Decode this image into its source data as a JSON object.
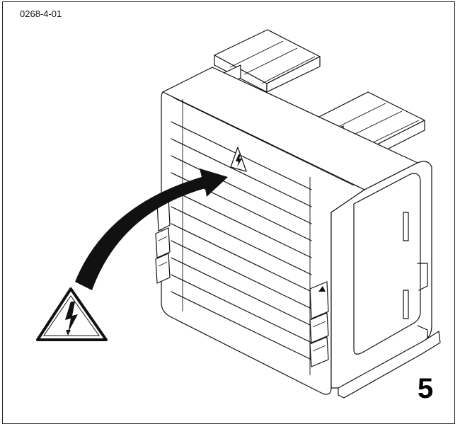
{
  "figure": {
    "code": "0268-4-01",
    "number": "5"
  },
  "colors": {
    "line": "#111111",
    "background": "#ffffff"
  },
  "icons": [
    "high-voltage-warning-icon",
    "high-voltage-warning-icon-small",
    "curved-arrow-icon"
  ]
}
